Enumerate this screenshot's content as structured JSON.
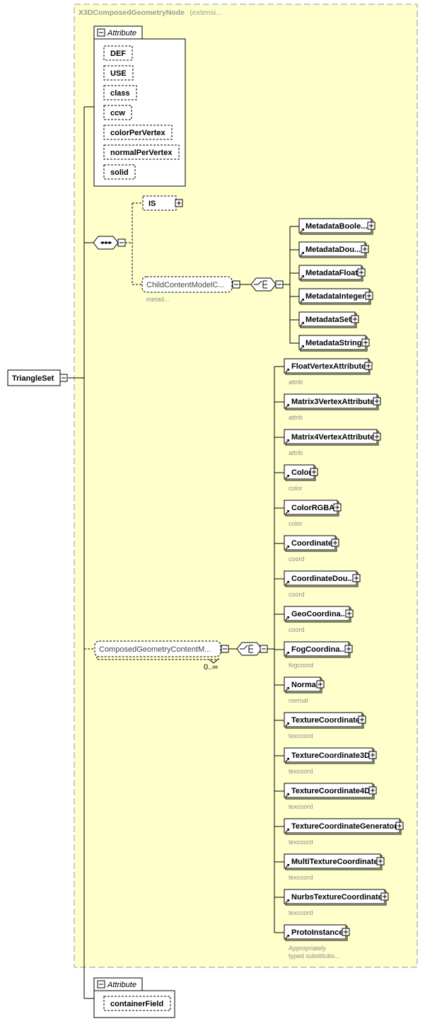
{
  "extension": {
    "title": "X3DComposedGeometryNode",
    "title_suffix": "(extensi..."
  },
  "root": {
    "label": "TriangleSet"
  },
  "attribute_group_1": {
    "header": "Attribute",
    "items": [
      "DEF",
      "USE",
      "class",
      "ccw",
      "colorPerVertex",
      "normalPerVertex",
      "solid"
    ]
  },
  "is_node": {
    "label": "IS"
  },
  "child_content_model": {
    "label": "ChildContentModelC...",
    "note": "metad..."
  },
  "metadata_choices": [
    "MetadataBoole...",
    "MetadataDou...",
    "MetadataFloat",
    "MetadataInteger",
    "MetadataSet",
    "MetadataString"
  ],
  "composed_geometry": {
    "label": "ComposedGeometryContentM...",
    "occurrence": "0..∞"
  },
  "geometry_choices": [
    {
      "label": "FloatVertexAttribute",
      "note": "attrib"
    },
    {
      "label": "Matrix3VertexAttribute",
      "note": "attrib"
    },
    {
      "label": "Matrix4VertexAttribute",
      "note": "attrib"
    },
    {
      "label": "Color",
      "note": "color"
    },
    {
      "label": "ColorRGBA",
      "note": "color"
    },
    {
      "label": "Coordinate",
      "note": "coord"
    },
    {
      "label": "CoordinateDou...",
      "note": "coord"
    },
    {
      "label": "GeoCoordina...",
      "note": "coord"
    },
    {
      "label": "FogCoordina...",
      "note": "fogcoord"
    },
    {
      "label": "Normal",
      "note": "normal"
    },
    {
      "label": "TextureCoordinate",
      "note": "texcoord"
    },
    {
      "label": "TextureCoordinate3D",
      "note": "texcoord"
    },
    {
      "label": "TextureCoordinate4D",
      "note": "texcoord"
    },
    {
      "label": "TextureCoordinateGenerator",
      "note": "texcoord"
    },
    {
      "label": "MultiTextureCoordinate",
      "note": "texcoord"
    },
    {
      "label": "NurbsTextureCoordinate",
      "note": "texcoord"
    },
    {
      "label": "ProtoInstance",
      "note": "Appropriately",
      "note2": "typed substitutio..."
    }
  ],
  "attribute_group_2": {
    "header": "Attribute",
    "items": [
      "containerField"
    ]
  },
  "colors": {
    "extension_fill": "#ffffcc",
    "extension_border": "#9a9a9a",
    "node_fill": "#ffffff",
    "line": "#000000"
  }
}
